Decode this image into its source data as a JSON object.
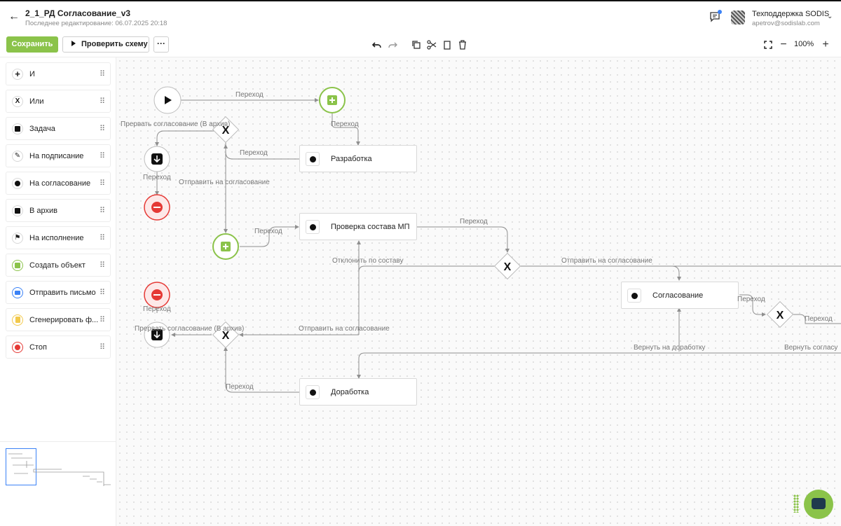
{
  "header": {
    "title": "2_1_РД Согласование_v3",
    "last_edited": "Последнее редактирование: 06.07.2025 20:18",
    "user_name": "Техподдержка SODIS",
    "user_email": "apetrov@sodislab.com"
  },
  "toolbar": {
    "save_label": "Сохранить",
    "check_label": "Проверить схему",
    "more_label": "···",
    "zoom": "100%"
  },
  "palette": [
    {
      "label": "И",
      "icon": "plus-icon"
    },
    {
      "label": "Или",
      "icon": "x-icon"
    },
    {
      "label": "Задача",
      "icon": "task-icon"
    },
    {
      "label": "На подписание",
      "icon": "pen-icon"
    },
    {
      "label": "На согласование",
      "icon": "check-circle-icon"
    },
    {
      "label": "В архив",
      "icon": "archive-icon"
    },
    {
      "label": "На исполнение",
      "icon": "flag-icon"
    },
    {
      "label": "Создать объект",
      "icon": "create-object-icon"
    },
    {
      "label": "Отправить письмо",
      "icon": "mail-icon"
    },
    {
      "label": "Сгенерировать ф...",
      "icon": "file-icon"
    },
    {
      "label": "Стоп",
      "icon": "stop-icon"
    }
  ],
  "tasks": {
    "razrabotka": "Разработка",
    "proverka": "Проверка состава МП",
    "soglasovanie": "Согласование",
    "dorabotka": "Доработка"
  },
  "edges": {
    "e1": "Переход",
    "e2": "Переход",
    "e3": "Прервать согласование (В архив)",
    "e4": "Переход",
    "e5": "Переход",
    "e6": "Отправить на согласование",
    "e7": "Переход",
    "e8": "Переход",
    "e9": "Отклонить по составу",
    "e10": "Отправить на согласование",
    "e11": "Переход",
    "e12": "Переход",
    "e13": "Переход",
    "e14": "Прервать согласование (В архив)",
    "e15": "Отправить на согласование",
    "e16": "Вернуть на доработку",
    "e17": "Вернуть согласу",
    "e18": "Переход"
  },
  "colors": {
    "accent": "#8bc34a",
    "stop": "#e53935",
    "edge": "#8f8f8f"
  }
}
